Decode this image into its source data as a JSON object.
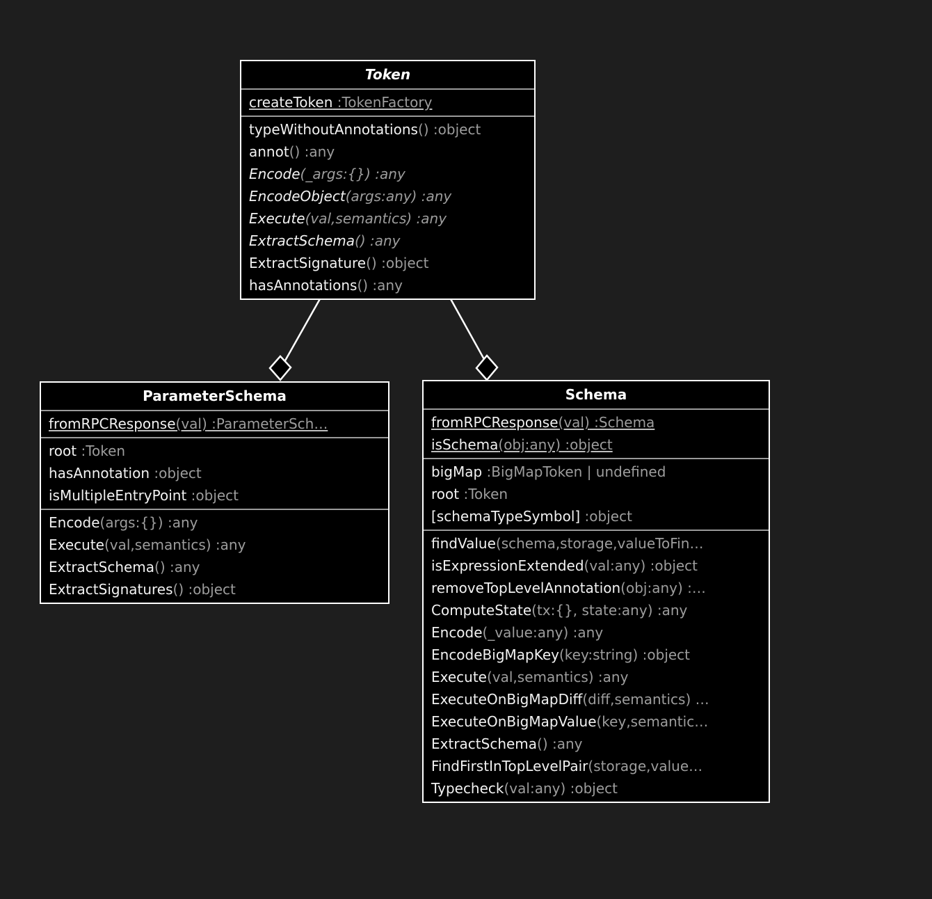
{
  "diagram": {
    "type": "uml-class-diagram",
    "background_color": "#1e1e1e",
    "box_background_color": "#000000",
    "border_color": "#ffffff",
    "separator_color": "#9a9a9a",
    "name_text_color": "#f2f2f2",
    "type_text_color": "#9d9d9d",
    "relationships": [
      {
        "name": "token-to-parameterschema",
        "kind": "aggregation",
        "from": "Token",
        "to": "ParameterSchema",
        "source_marker": "filled-circle",
        "target_marker": "hollow-diamond"
      },
      {
        "name": "token-to-schema",
        "kind": "aggregation",
        "from": "Token",
        "to": "Schema",
        "source_marker": "filled-circle",
        "target_marker": "hollow-diamond"
      }
    ]
  },
  "classes": {
    "token": {
      "title": "Token",
      "abstract": true,
      "statics": [
        {
          "name": "createToken",
          "sig": "",
          "type": " :TokenFactory",
          "abstract": false
        }
      ],
      "members": [
        {
          "name": "typeWithoutAnnotations",
          "sig": "()",
          "type": " :object",
          "abstract": false
        },
        {
          "name": "annot",
          "sig": "()",
          "type": " :any",
          "abstract": false
        },
        {
          "name": "Encode",
          "sig": "(_args:{})",
          "type": " :any",
          "abstract": true
        },
        {
          "name": "EncodeObject",
          "sig": "(args:any)",
          "type": " :any",
          "abstract": true
        },
        {
          "name": "Execute",
          "sig": "(val,semantics)",
          "type": " :any",
          "abstract": true
        },
        {
          "name": "ExtractSchema",
          "sig": "()",
          "type": " :any",
          "abstract": true
        },
        {
          "name": "ExtractSignature",
          "sig": "()",
          "type": " :object",
          "abstract": false
        },
        {
          "name": "hasAnnotations",
          "sig": "()",
          "type": " :any",
          "abstract": false
        }
      ]
    },
    "parameter_schema": {
      "title": "ParameterSchema",
      "abstract": false,
      "statics": [
        {
          "name": "fromRPCResponse",
          "sig": "(val)",
          "type": " :ParameterSch…",
          "abstract": false
        }
      ],
      "properties": [
        {
          "name": "root",
          "sig": "",
          "type": " :Token",
          "abstract": false
        },
        {
          "name": "hasAnnotation",
          "sig": "",
          "type": " :object",
          "abstract": false
        },
        {
          "name": "isMultipleEntryPoint",
          "sig": "",
          "type": " :object",
          "abstract": false
        }
      ],
      "methods": [
        {
          "name": "Encode",
          "sig": "(args:{})",
          "type": " :any",
          "abstract": false
        },
        {
          "name": "Execute",
          "sig": "(val,semantics)",
          "type": " :any",
          "abstract": false
        },
        {
          "name": "ExtractSchema",
          "sig": "()",
          "type": " :any",
          "abstract": false
        },
        {
          "name": "ExtractSignatures",
          "sig": "()",
          "type": " :object",
          "abstract": false
        }
      ]
    },
    "schema": {
      "title": "Schema",
      "abstract": false,
      "statics": [
        {
          "name": "fromRPCResponse",
          "sig": "(val)",
          "type": " :Schema",
          "abstract": false
        },
        {
          "name": "isSchema",
          "sig": "(obj:any)",
          "type": " :object",
          "abstract": false
        }
      ],
      "properties": [
        {
          "name": "bigMap",
          "sig": "",
          "type": " :BigMapToken | undefined",
          "abstract": false
        },
        {
          "name": "root",
          "sig": "",
          "type": " :Token",
          "abstract": false
        },
        {
          "name": "[schemaTypeSymbol]",
          "sig": "",
          "type": " :object",
          "abstract": false
        }
      ],
      "methods": [
        {
          "name": "findValue",
          "sig": "(schema,storage,valueToFin…",
          "type": "",
          "abstract": false
        },
        {
          "name": "isExpressionExtended",
          "sig": "(val:any)",
          "type": " :object",
          "abstract": false
        },
        {
          "name": "removeTopLevelAnnotation",
          "sig": "(obj:any)",
          "type": " :…",
          "abstract": false
        },
        {
          "name": "ComputeState",
          "sig": "(tx:{}, state:any)",
          "type": " :any",
          "abstract": false
        },
        {
          "name": "Encode",
          "sig": "(_value:any)",
          "type": " :any",
          "abstract": false
        },
        {
          "name": "EncodeBigMapKey",
          "sig": "(key:string)",
          "type": " :object",
          "abstract": false
        },
        {
          "name": "Execute",
          "sig": "(val,semantics)",
          "type": " :any",
          "abstract": false
        },
        {
          "name": "ExecuteOnBigMapDiff",
          "sig": "(diff,semantics)",
          "type": " …",
          "abstract": false
        },
        {
          "name": "ExecuteOnBigMapValue",
          "sig": "(key,semantic…",
          "type": "",
          "abstract": false
        },
        {
          "name": "ExtractSchema",
          "sig": "()",
          "type": " :any",
          "abstract": false
        },
        {
          "name": "FindFirstInTopLevelPair",
          "sig": "(storage,value…",
          "type": "",
          "abstract": false
        },
        {
          "name": "Typecheck",
          "sig": "(val:any)",
          "type": " :object",
          "abstract": false
        }
      ]
    }
  }
}
